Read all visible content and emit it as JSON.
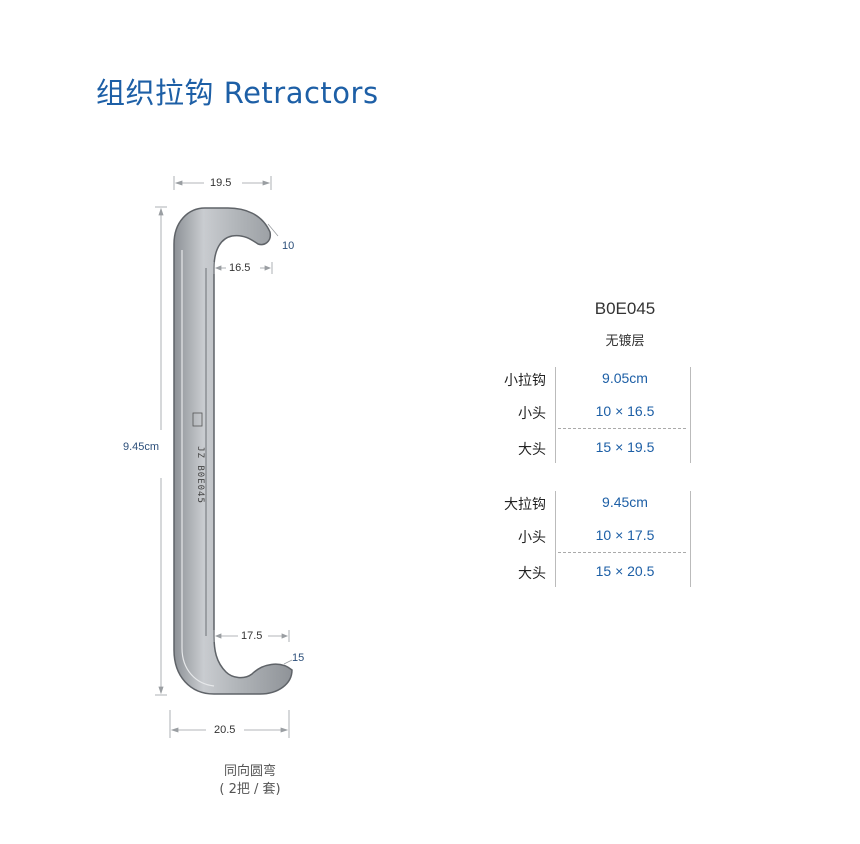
{
  "header": {
    "title": "组织拉钩 Retractors"
  },
  "drawing": {
    "dims": {
      "top_width": "19.5",
      "top_tip": "10",
      "top_inner": "16.5",
      "length": "9.45cm",
      "bottom_inner": "17.5",
      "bottom_tip": "15",
      "bottom_width": "20.5"
    },
    "engraving": "JZ  B0E045",
    "caption_line1": "同向圆弯",
    "caption_line2": "( 2把 / 套)"
  },
  "spec": {
    "model": "B0E045",
    "coating": "无镀层",
    "groups": [
      {
        "rows": [
          {
            "label": "小拉钩",
            "value": "9.05cm"
          },
          {
            "label": "小头",
            "value": "10 × 16.5"
          },
          {
            "label": "大头",
            "value": "15 × 19.5"
          }
        ]
      },
      {
        "rows": [
          {
            "label": "大拉钩",
            "value": "9.45cm"
          },
          {
            "label": "小头",
            "value": "10 × 17.5"
          },
          {
            "label": "大头",
            "value": "15 × 20.5"
          }
        ]
      }
    ]
  },
  "colors": {
    "accent": "#1d5fa6",
    "metal": "#a6aaae"
  }
}
